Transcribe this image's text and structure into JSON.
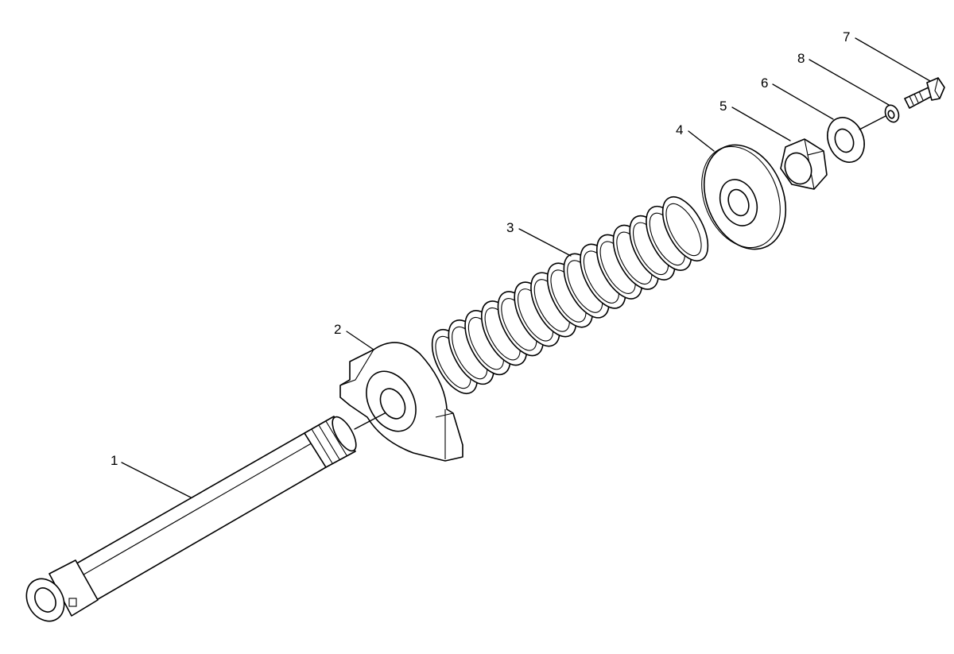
{
  "callouts": {
    "c1": "1",
    "c2": "2",
    "c3": "3",
    "c4": "4",
    "c5": "5",
    "c6": "6",
    "c7": "7",
    "c8": "8"
  },
  "parts": [
    {
      "id": "1",
      "icon": "threaded-rod-icon"
    },
    {
      "id": "2",
      "icon": "bracket-plate-icon"
    },
    {
      "id": "3",
      "icon": "coil-spring-icon"
    },
    {
      "id": "4",
      "icon": "spring-cap-washer-icon"
    },
    {
      "id": "5",
      "icon": "hex-nut-icon"
    },
    {
      "id": "6",
      "icon": "flat-washer-icon"
    },
    {
      "id": "7",
      "icon": "bolt-icon"
    },
    {
      "id": "8",
      "icon": "small-washer-icon"
    }
  ]
}
